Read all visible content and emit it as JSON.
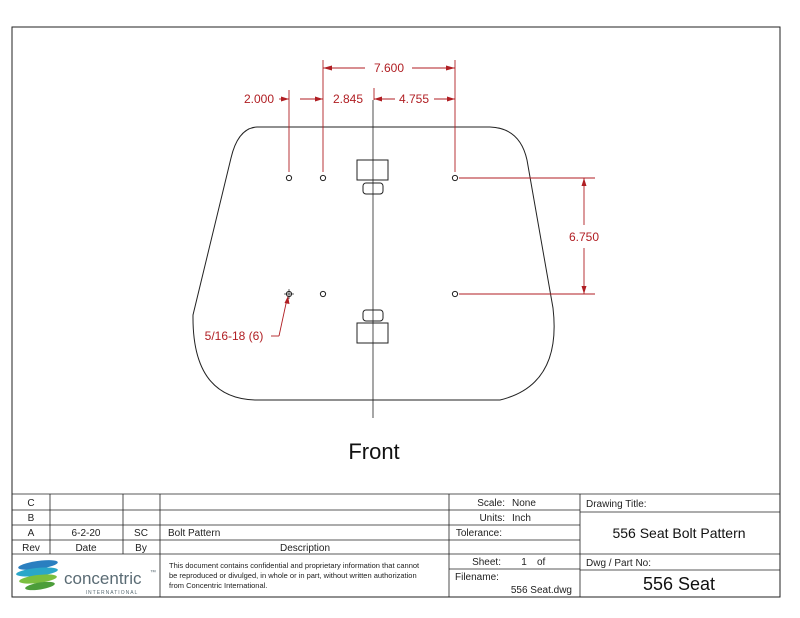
{
  "drawing": {
    "dimensions": {
      "overall_width": "7.600",
      "left_offset": "2.000",
      "inner_offset": "2.845",
      "right_offset": "4.755",
      "vertical_spacing": "6.750",
      "hole_callout": "5/16-18 (6)"
    },
    "orientation_label": "Front"
  },
  "title_block": {
    "revisions": [
      {
        "rev": "C",
        "date": "",
        "by": "",
        "description": ""
      },
      {
        "rev": "B",
        "date": "",
        "by": "",
        "description": ""
      },
      {
        "rev": "A",
        "date": "6-2-20",
        "by": "SC",
        "description": "Bolt Pattern"
      }
    ],
    "headers": {
      "rev": "Rev",
      "date": "Date",
      "by": "By",
      "description": "Description"
    },
    "scale_label": "Scale:",
    "scale_value": "None",
    "units_label": "Units:",
    "units_value": "Inch",
    "tolerance_label": "Tolerance:",
    "sheet_label": "Sheet:",
    "sheet_number": "1",
    "sheet_of": "of",
    "filename_label": "Filename:",
    "filename_value": "556 Seat.dwg",
    "drawing_title_label": "Drawing Title:",
    "drawing_title": "556 Seat Bolt Pattern",
    "dwg_part_label": "Dwg / Part No:",
    "dwg_part_value": "556 Seat",
    "confidential_lines": [
      "This document contains confidential and proprietary information that cannot",
      "be reproduced or divulged, in whole or in part, without written authorization",
      "from Concentric International."
    ],
    "logo": {
      "name": "concentric",
      "tm": "™",
      "sub": "INTERNATIONAL"
    }
  },
  "colors": {
    "dimension": "#b01e23",
    "line": "#222222"
  }
}
